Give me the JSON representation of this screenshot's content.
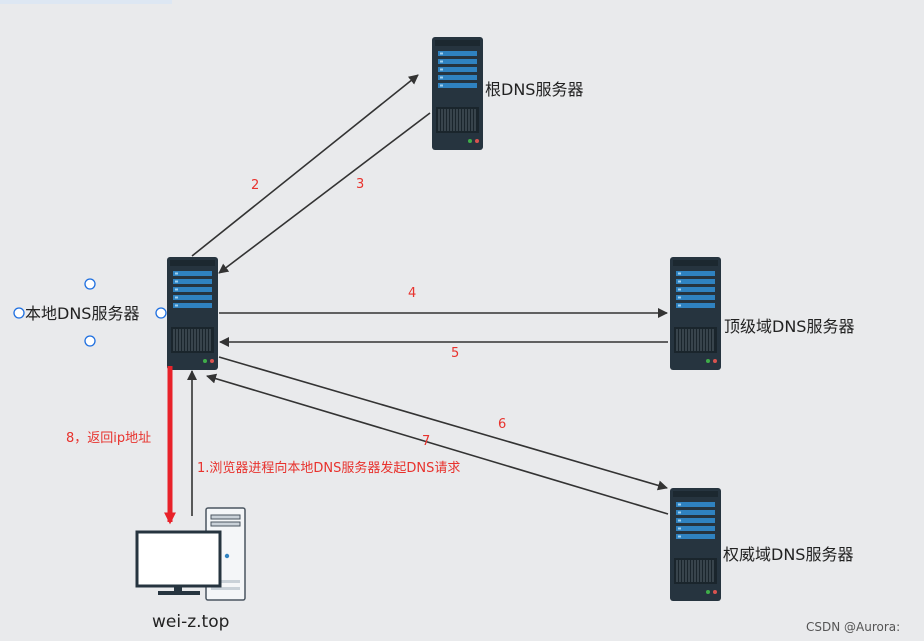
{
  "nodes": {
    "root": "根DNS服务器",
    "local": "本地DNS服务器",
    "tld": "顶级域DNS服务器",
    "auth": "权威域DNS服务器",
    "client": "wei-z.top"
  },
  "steps": {
    "s1": "1.浏览器进程向本地DNS服务器发起DNS请求",
    "s2": "2",
    "s3": "3",
    "s4": "4",
    "s5": "5",
    "s6": "6",
    "s7": "7",
    "s8": "8，返回ip地址"
  },
  "watermark": "CSDN @Aurora:",
  "colors": {
    "background": "#e9eaec",
    "server_body": "#26343f",
    "server_panel": "#2f82c0",
    "arrow": "#333333",
    "highlight_arrow": "#e8222a",
    "step_label": "#e8322d",
    "selection_handle": "#1e6fe0"
  }
}
